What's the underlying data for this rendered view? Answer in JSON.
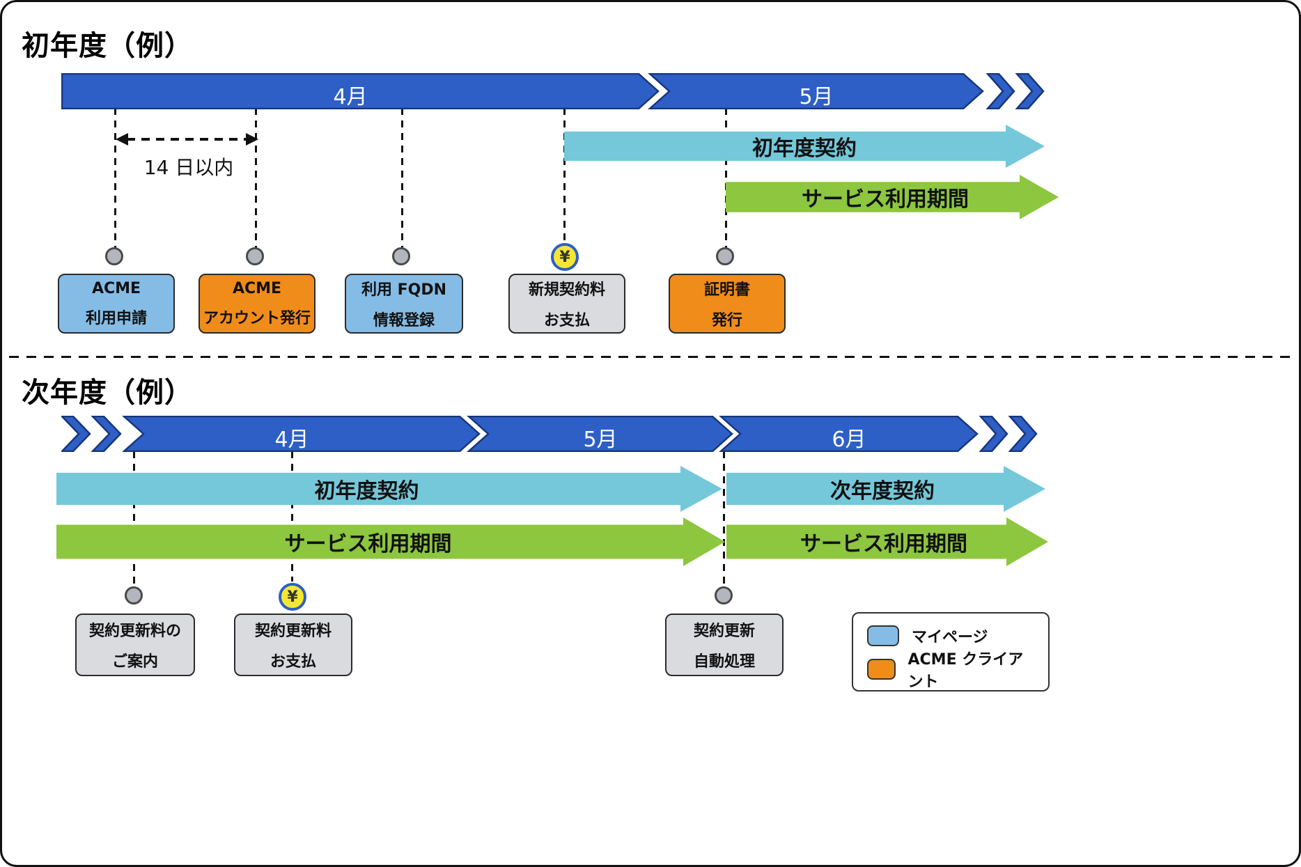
{
  "colors": {
    "timeline_blue": "#2e5fc6",
    "timeline_stroke": "#17367c",
    "contract_teal": "#74c8d9",
    "service_green": "#8dc63f",
    "mypage_blue": "#85bce6",
    "acme_orange": "#f08c1a",
    "event_gray": "#d9dbdf",
    "coin_yellow": "#f5e636"
  },
  "coin_symbol": "¥",
  "first_year": {
    "title": "初年度（例）",
    "months": [
      "4月",
      "5月"
    ],
    "duration_label": "14 日以内",
    "contract_arrow": "初年度契約",
    "service_arrow": "サービス利用期間",
    "events": [
      {
        "line1": "ACME",
        "line2": "利用申請"
      },
      {
        "line1": "ACME",
        "line2": "アカウント発行"
      },
      {
        "line1": "利用 FQDN",
        "line2": "情報登録"
      },
      {
        "line1": "新規契約料",
        "line2": "お支払"
      },
      {
        "line1": "証明書",
        "line2": "発行"
      }
    ]
  },
  "next_year": {
    "title": "次年度（例）",
    "months": [
      "4月",
      "5月",
      "6月"
    ],
    "contract_arrow_left": "初年度契約",
    "contract_arrow_right": "次年度契約",
    "service_arrow_left": "サービス利用期間",
    "service_arrow_right": "サービス利用期間",
    "events": [
      {
        "line1": "契約更新料の",
        "line2": "ご案内"
      },
      {
        "line1": "契約更新料",
        "line2": "お支払"
      },
      {
        "line1": "契約更新",
        "line2": "自動処理"
      }
    ]
  },
  "legend": {
    "items": [
      {
        "label": "マイページ"
      },
      {
        "label": "ACME クライアント"
      }
    ]
  }
}
